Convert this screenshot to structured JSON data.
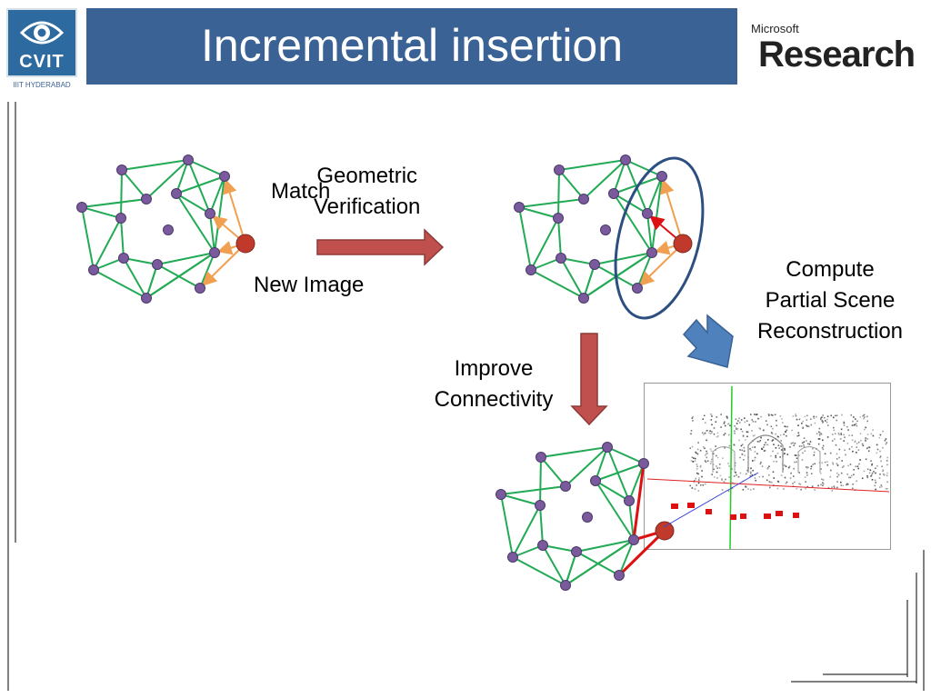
{
  "slide": {
    "title": "Incremental insertion",
    "logo": {
      "name": "CVIT",
      "subtitle": "IIIT HYDERABAD",
      "icon": "eye-icon",
      "color": "#2d6aa0"
    },
    "sponsor": {
      "small": "Microsoft",
      "big": "Research"
    },
    "header_color": "#3a6294"
  },
  "labels": {
    "match": "Match",
    "geometric": "Geometric",
    "verification": "Verification",
    "new_image": "New Image",
    "compute_1": "Compute",
    "compute_2": "Partial Scene",
    "compute_3": "Reconstruction",
    "improve_1": "Improve",
    "improve_2": "Connectivity"
  },
  "colors": {
    "edge": "#22aa55",
    "node": "#7a5a9c",
    "node_stroke": "#4a3a6a",
    "new_node": "#c0392b",
    "match_edge": "#f0a050",
    "verified_edge": "#dd1111",
    "arrow_red": "#c0504d",
    "arrow_blue": "#4f81bd",
    "ellipse": "#2c4f80"
  }
}
